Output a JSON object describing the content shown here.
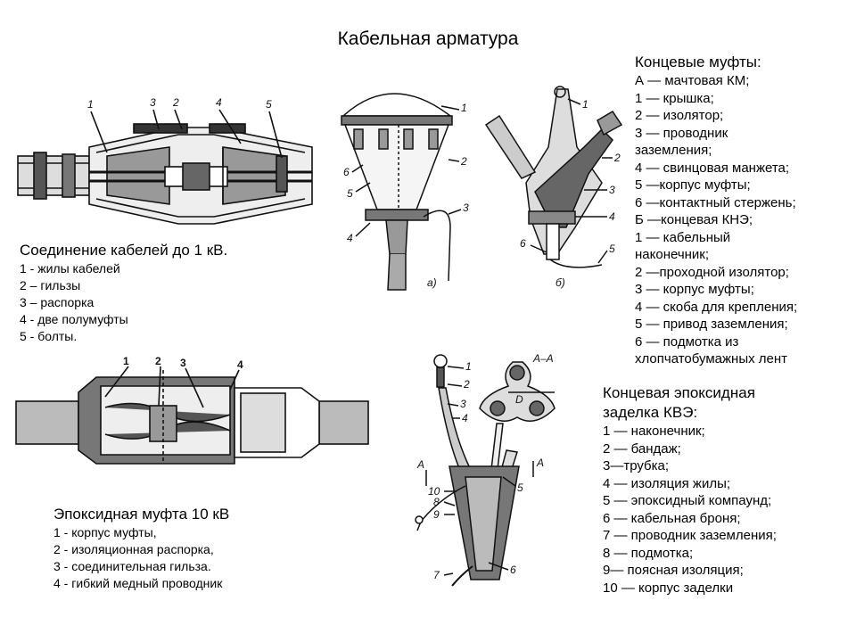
{
  "title": "Кабельная арматура",
  "joint_1kv": {
    "heading": "Соединение кабелей до 1 кВ.",
    "items": [
      "1 - жилы кабелей",
      "2 – гильзы",
      "3 – распорка",
      "4 - две  полумуфты",
      "5 - болты."
    ],
    "callouts": [
      "1",
      "3",
      "2",
      "4",
      "5"
    ]
  },
  "epoxy_joint": {
    "heading": "Эпоксидная муфта 10 кВ",
    "items": [
      "1 - корпус  муфты,",
      "2 - изоляционная  распорка,",
      "3 - соединительная гильза.",
      "4 - гибкий медный проводник"
    ],
    "callouts": [
      "1",
      "2",
      "3",
      "4"
    ]
  },
  "end_sleeves": {
    "heading": "Концевые муфты:",
    "items": [
      "А — мачтовая КМ;",
      "1 — крышка;",
      "2 — изолятор;",
      "3 — проводник",
      "заземления;",
      "4 — свинцовая манжета;",
      "5 —корпус муфты;",
      "6 —контактный стержень;",
      "Б —концевая КНЭ;",
      "1 — кабельный",
      "наконечник;",
      "2 —проходной изолятор;",
      "3 — корпус муфты;",
      "4 — скоба для крепления;",
      "5 — привод заземления;",
      "6 — подмотка из",
      "хлопчатобумажных лент"
    ],
    "callouts_a": [
      "1",
      "2",
      "3",
      "4",
      "5",
      "6",
      "а)"
    ],
    "callouts_b": [
      "1",
      "2",
      "3",
      "4",
      "5",
      "6",
      "б)"
    ]
  },
  "epoxy_termination": {
    "heading_line1": "Концевая эпоксидная",
    "heading_line2": "заделка КВЭ:",
    "items": [
      "1 — наконечник;",
      "2 — бандаж;",
      "3—трубка;",
      "4 — изоляция жилы;",
      "5 — эпоксидный компаунд;",
      "6 — кабельная броня;",
      "7 — проводник заземления;",
      "8 — подмотка;",
      "9— поясная изоляция;",
      "10 — корпус заделки"
    ],
    "callouts": [
      "1",
      "2",
      "3",
      "4",
      "5",
      "10",
      "8",
      "9",
      "6",
      "7",
      "А",
      "А",
      "А–А",
      "D"
    ]
  }
}
